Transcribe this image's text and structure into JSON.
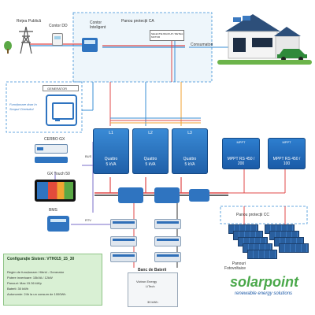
{
  "labels": {
    "grid": "Rețea Publică",
    "meter": "Contor DD",
    "smart_meter": "Contor Inteligent",
    "ac_protection_panel": "Panou protecții CA",
    "selector_switch": "SELECTIE BACKUP / RETEA / MOTOR",
    "consumers": "Consumatori",
    "generator": "GENERATOR",
    "generator_note": "Funcționare doar în Scopul Chertuitul",
    "cerbo": "CERBO GX",
    "touch": "GX Touch 50",
    "bms": "BMS",
    "rtv": "RTV",
    "bus": "BUS",
    "inverter_phases": [
      "L1",
      "L2",
      "L3"
    ],
    "inverter_model": "Quattro",
    "inverter_power": "5 kVA",
    "mppt_brand": "MPPT",
    "mppt_models": [
      "MPPT RS 450 / 200",
      "MPPT RS 450 / 100"
    ],
    "battery_bank": "Banc de Baterii",
    "battery_brand": "Victron Energy",
    "battery_model": "LiTech",
    "battery_capacity": "30 kWh",
    "dc_protection_panel": "Panou protecții CC",
    "pv_panels": "Panouri Fotovoltaice"
  },
  "config": {
    "title": "Configurație Sistem: VTH015_15_30",
    "lines": [
      "Regim de funcționare: Hibrid - Generator",
      "Putere invertoare: 15kVA / 12kW",
      "Panouri: Max 15.36 kWp",
      "Baterii: 30 kWh",
      "Autonomie: 24h la un consum de 1000Wh"
    ]
  },
  "brand": {
    "name": "solarpoint",
    "tagline": "renewable energy solutions"
  },
  "colors": {
    "ac_line": "#3a8fd6",
    "dc_line": "#e04848",
    "bus_line": "#7a6cc8",
    "config_bg": "#d9f0d4",
    "brand_green": "#4aa84a",
    "brand_blue": "#1d5aa8"
  }
}
